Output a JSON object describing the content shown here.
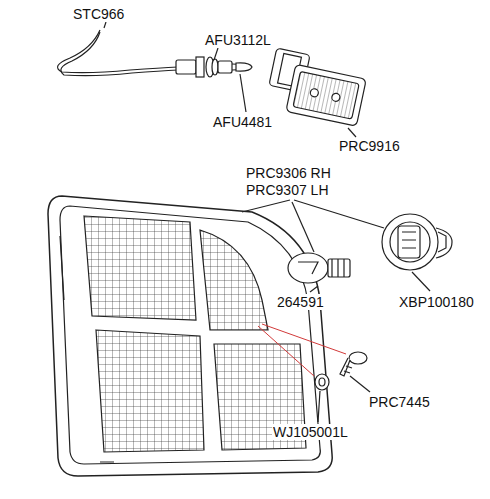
{
  "diagram": {
    "labels": [
      "STC966",
      "AFU3112L",
      "AFU4481",
      "PRC9916",
      "PRC9306 RH",
      "PRC9307 LH",
      "264591",
      "XBP100180",
      "PRC7445",
      "WJ105001L"
    ]
  }
}
